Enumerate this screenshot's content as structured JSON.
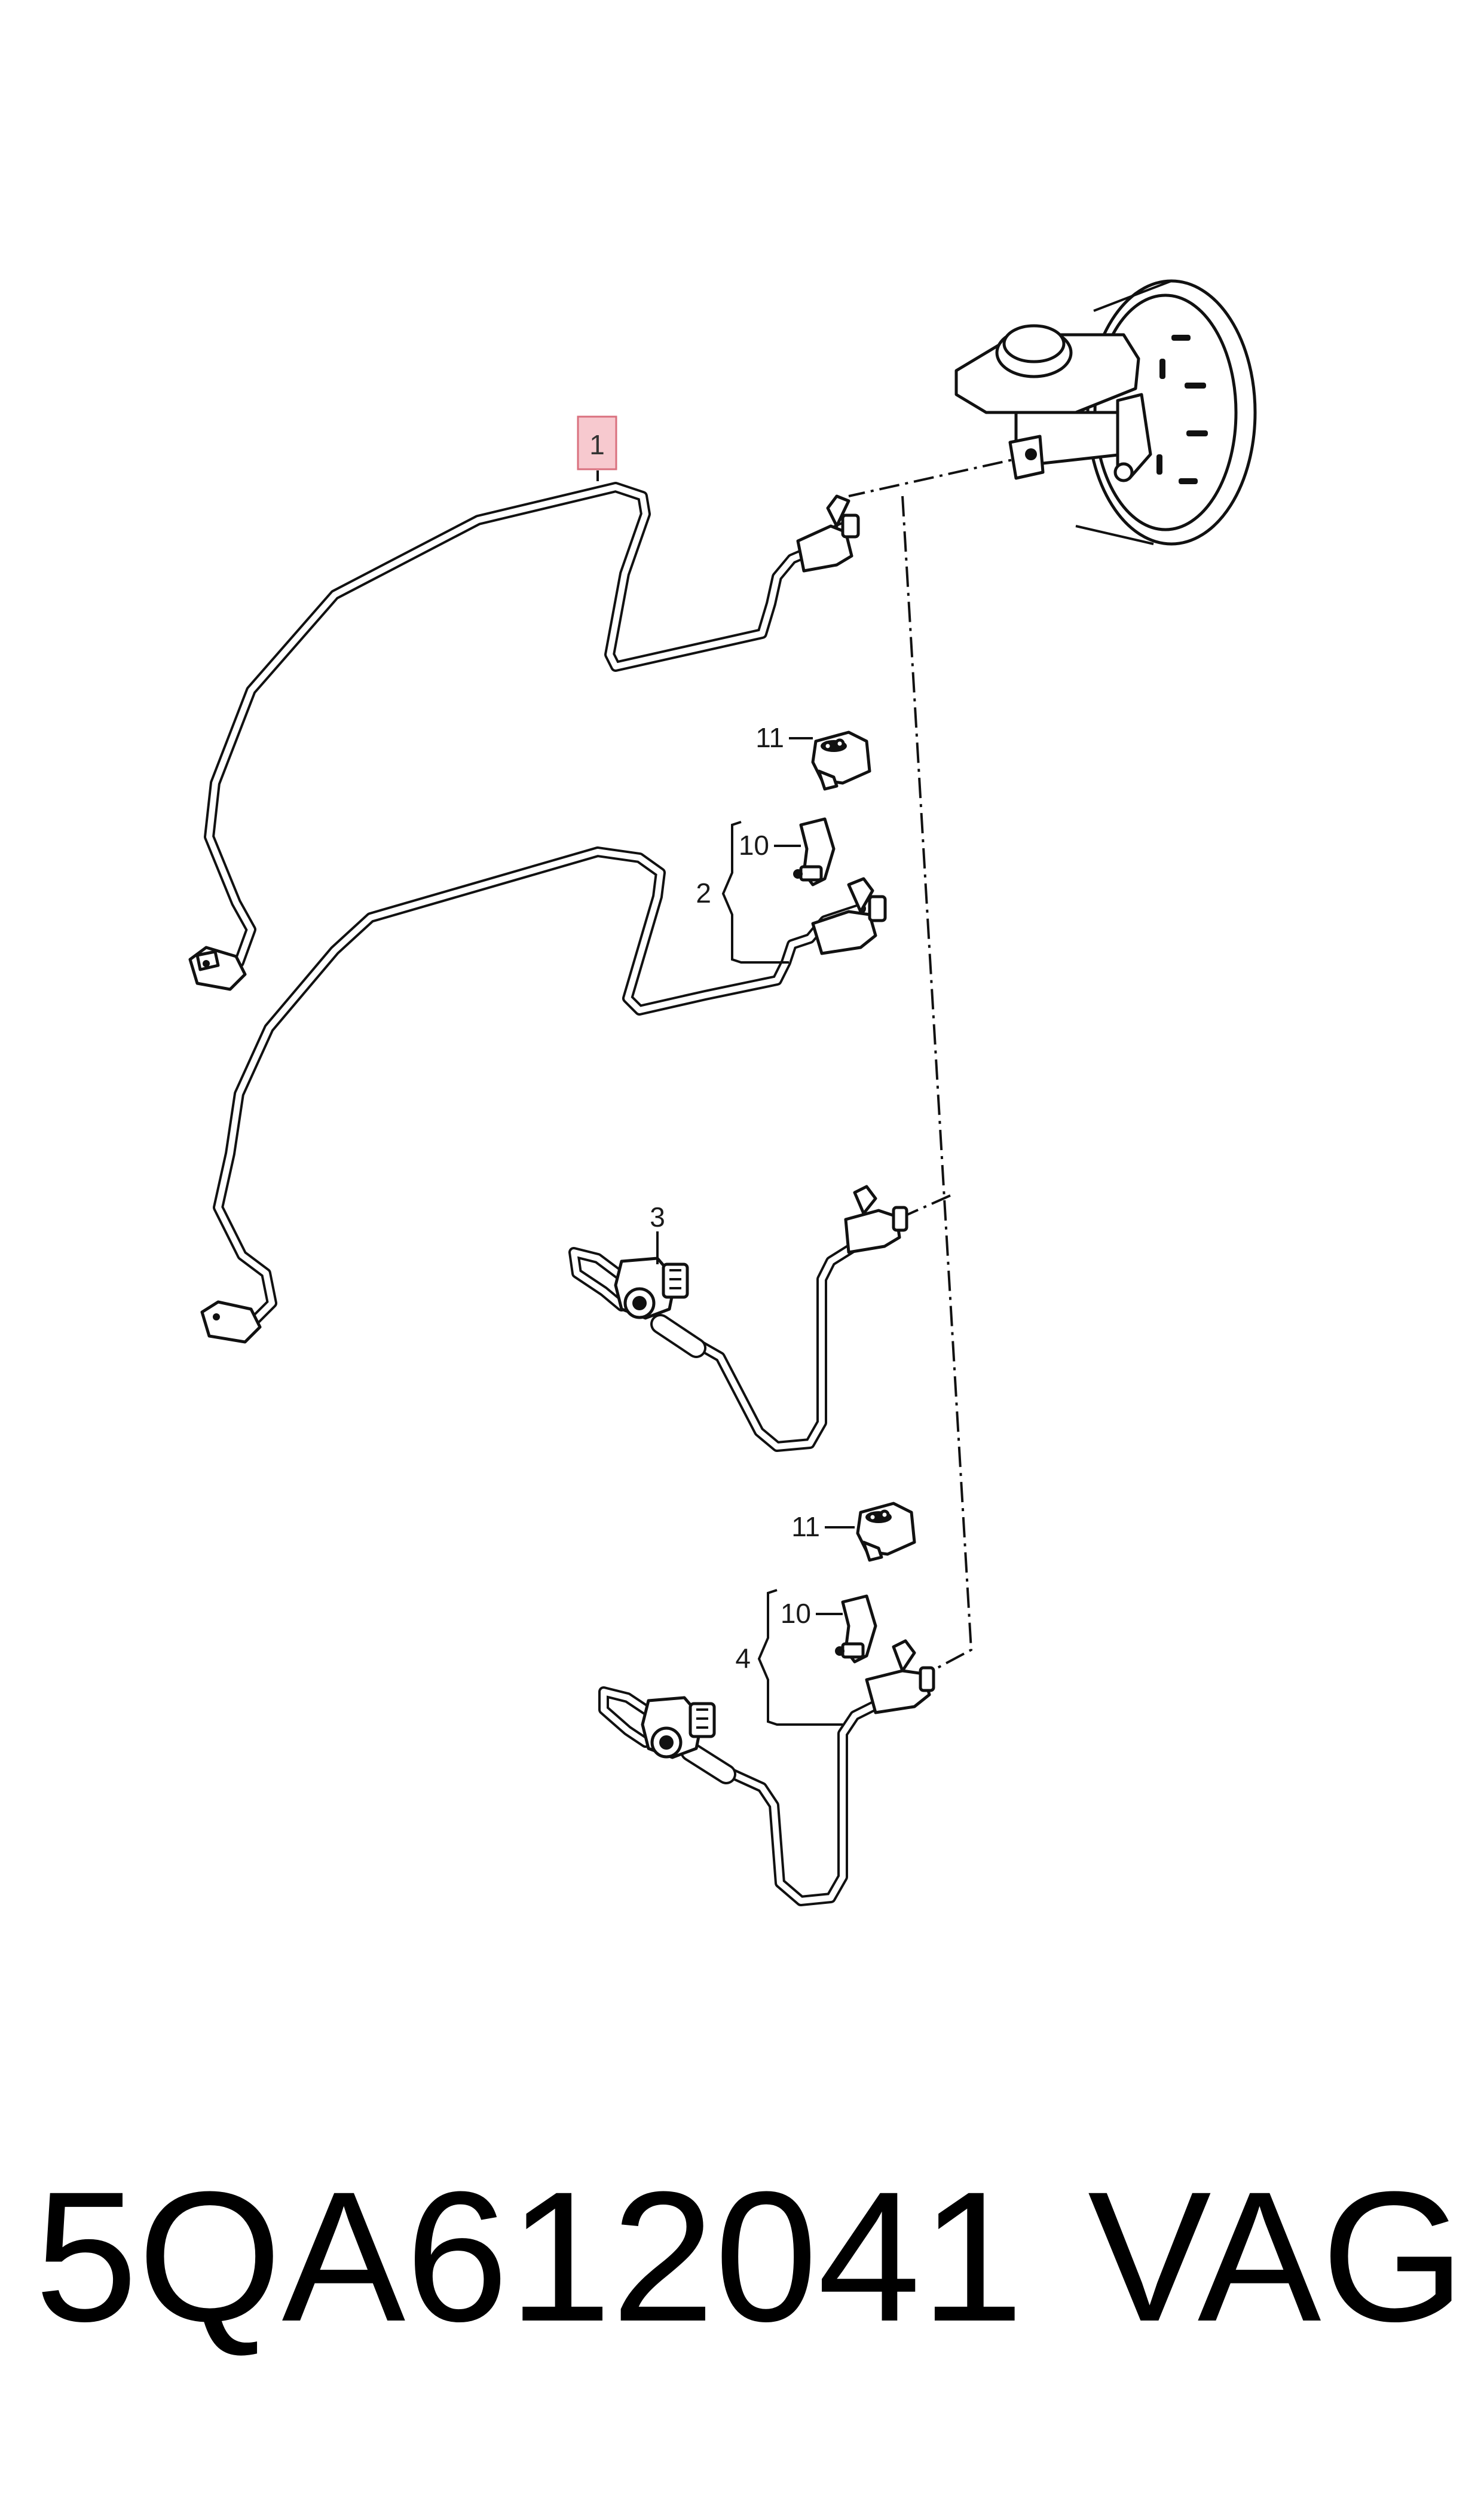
{
  "diagram": {
    "callouts": {
      "c1": "1",
      "c2": "2",
      "c3": "3",
      "c4": "4",
      "c10a": "10",
      "c10b": "10",
      "c11a": "11",
      "c11b": "11"
    },
    "highlight_color": "#f7c9cf",
    "highlight_border": "#d9707e"
  },
  "footer": {
    "part_number": "5QA612041",
    "brand": "VAG"
  }
}
